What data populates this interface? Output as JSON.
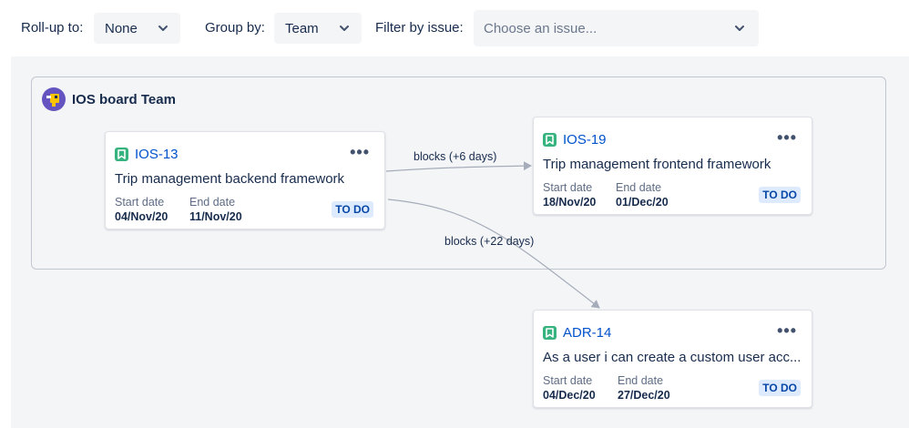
{
  "toolbar": {
    "rollup_label": "Roll-up to:",
    "rollup_value": "None",
    "groupby_label": "Group by:",
    "groupby_value": "Team",
    "filter_label": "Filter by issue:",
    "filter_placeholder": "Choose an issue..."
  },
  "team": {
    "name": "IOS board Team",
    "avatar_color": "#6554c0"
  },
  "cards": [
    {
      "key": "IOS-13",
      "summary": "Trip management backend framework",
      "start_label": "Start date",
      "start_date": "04/Nov/20",
      "end_label": "End date",
      "end_date": "11/Nov/20",
      "status": "TO DO"
    },
    {
      "key": "IOS-19",
      "summary": "Trip management frontend framework",
      "start_label": "Start date",
      "start_date": "18/Nov/20",
      "end_label": "End date",
      "end_date": "01/Dec/20",
      "status": "TO DO"
    },
    {
      "key": "ADR-14",
      "summary": "As a user i can create a custom user acc...",
      "start_label": "Start date",
      "start_date": "04/Dec/20",
      "end_label": "End date",
      "end_date": "27/Dec/20",
      "status": "TO DO"
    }
  ],
  "edges": [
    {
      "label": "blocks (+6 days)"
    },
    {
      "label": "blocks (+22 days)"
    }
  ],
  "icons": {
    "more": "more-options-icon",
    "issue_type": "story-icon",
    "dropdown": "chevron-down-icon"
  },
  "colors": {
    "story_green": "#36b37e",
    "link_blue": "#0052cc",
    "status_bg": "#deebff",
    "status_text": "#0747a6"
  }
}
